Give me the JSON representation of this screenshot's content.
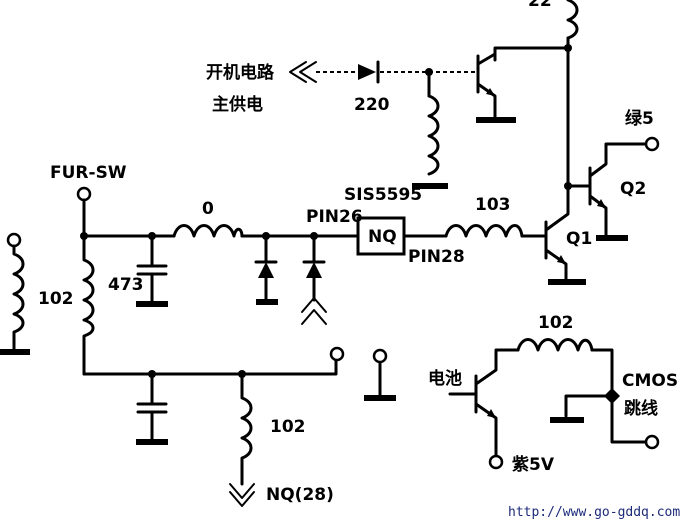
{
  "labels": {
    "top_partial": "22",
    "power_on_line1": "开机电路",
    "power_on_line2": "主供电",
    "r_220": "220",
    "green5": "绿5",
    "q2": "Q2",
    "sis": "SIS5595",
    "r_103": "103",
    "q1": "Q1",
    "fur_sw": "FUR-SW",
    "r_0": "0",
    "pin26": "PIN26",
    "nq_box": "NQ",
    "pin28": "PIN28",
    "r_102_left": "102",
    "c_473": "473",
    "r_102_mid": "102",
    "battery": "电池",
    "cmos_line1": "CMOS",
    "cmos_line2": "跳线",
    "purple5v": "紫5V",
    "r_102_bottom": "102",
    "nq28": "NQ(28)",
    "url": "http://www.go-gddq.com"
  }
}
